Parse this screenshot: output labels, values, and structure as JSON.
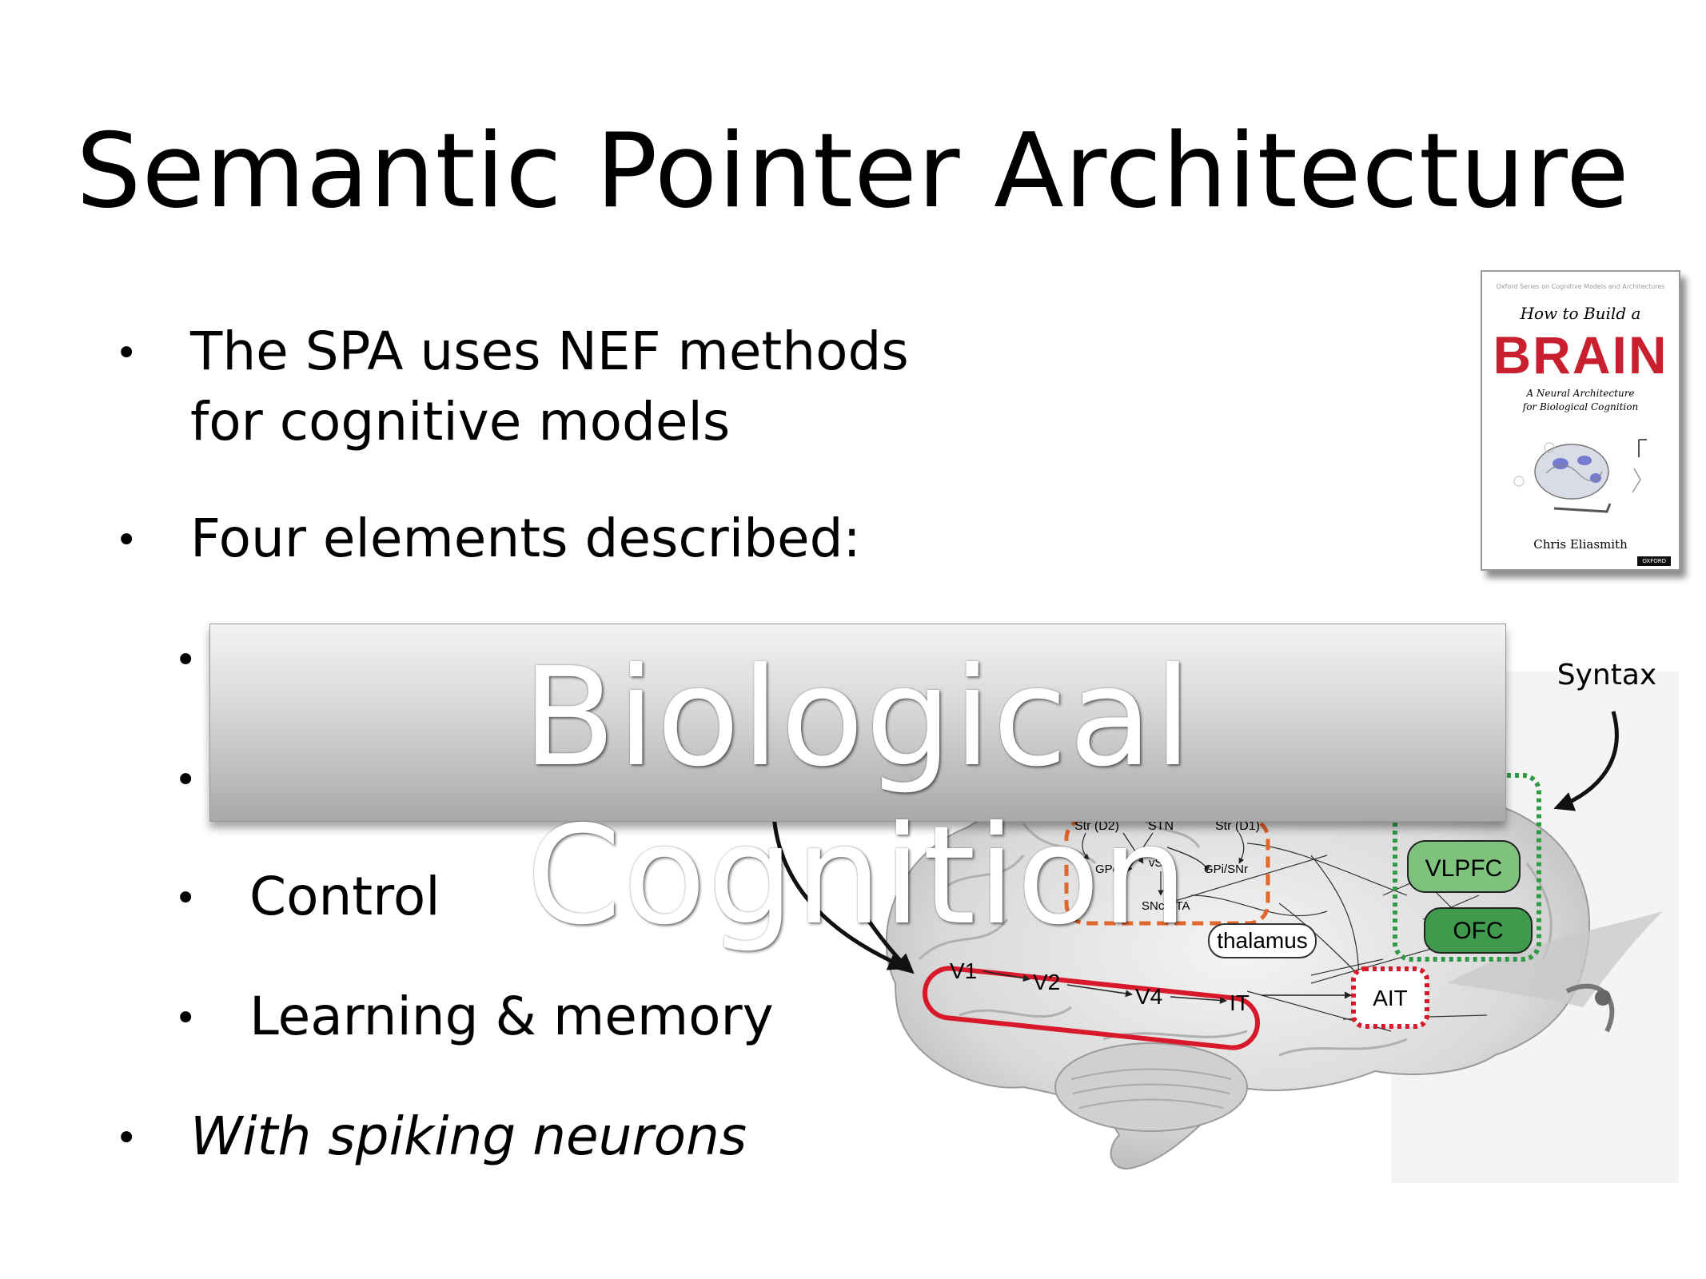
{
  "slide": {
    "title": "Semantic Pointer Architecture",
    "bullets": {
      "b1_line1": "The SPA uses NEF methods",
      "b1_line2": "for cognitive models",
      "b2": "Four elements described:",
      "sub3": "Control",
      "sub4": "Learning & memory",
      "b3": "With spiking neurons"
    },
    "bullet_glyph": "•"
  },
  "book": {
    "series_line": "Oxford Series on Cognitive Models and Architectures",
    "title_pre": "How to Build a",
    "title_main": "BRAIN",
    "subtitle_line1": "A Neural Architecture",
    "subtitle_line2": "for Biological Cognition",
    "author": "Chris Eliasmith",
    "publisher": "OXFORD"
  },
  "figure": {
    "syntax_label": "Syntax",
    "regions": {
      "vlpfc": "VLPFC",
      "ofc": "OFC",
      "thalamus": "thalamus",
      "ait": "AIT",
      "v1": "V1",
      "v2": "V2",
      "v4": "V4",
      "it": "IT",
      "str_d2": "Str (D2)",
      "stn": "STN",
      "str_d1": "Str (D1)",
      "gpe": "GPe",
      "vstr": "vStr",
      "gpi_snr": "GPi/SNr",
      "snc_vta": "SNc/VTA"
    },
    "colors": {
      "ventral_stream": "#d7192b",
      "basal_ganglia": "#e0662a",
      "prefrontal": "#2f9a43",
      "prefrontal_fill": "#7fc27e"
    }
  },
  "banner": {
    "text": "Biological Cognition"
  }
}
